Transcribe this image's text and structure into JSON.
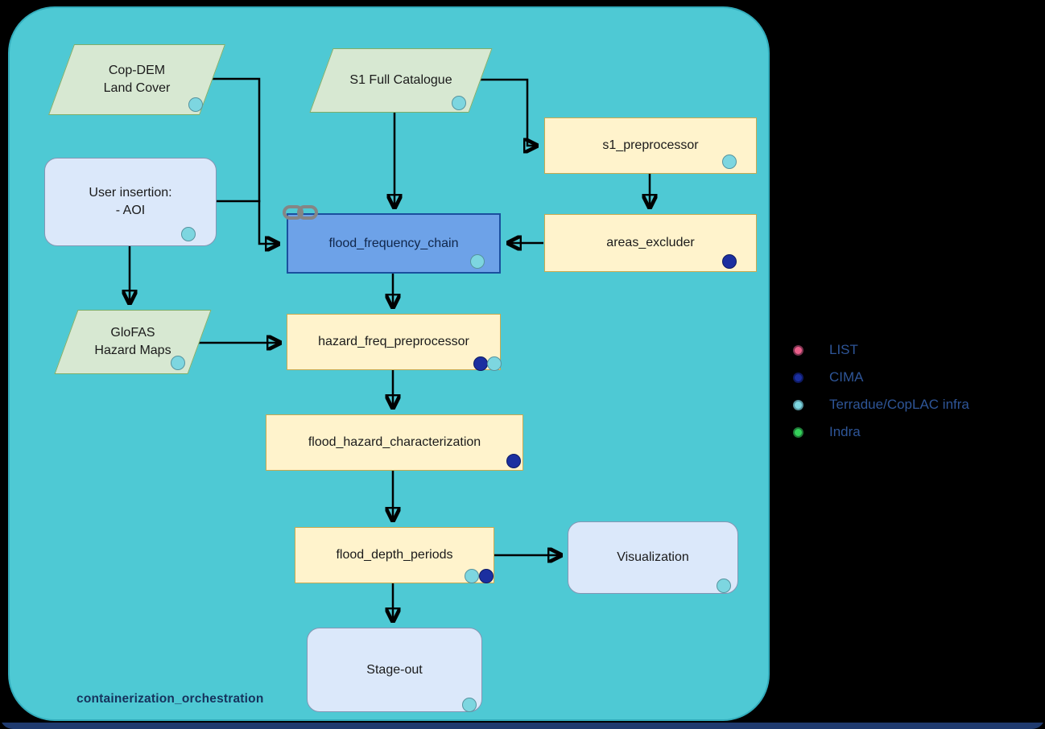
{
  "diagram": {
    "group_label": "containerization_orchestration",
    "nodes": {
      "cop_dem_land_cover": {
        "label": "Cop-DEM\nLand Cover",
        "shape": "parallelogram",
        "badges": [
          "terradue_coplac_infra"
        ]
      },
      "s1_full_catalogue": {
        "label": "S1 Full Catalogue",
        "shape": "parallelogram",
        "badges": [
          "terradue_coplac_infra"
        ]
      },
      "user_insertion": {
        "label": "User insertion:\n- AOI",
        "shape": "rounded",
        "badges": [
          "terradue_coplac_infra"
        ]
      },
      "s1_preprocessor": {
        "label": "s1_preprocessor",
        "shape": "process",
        "badges": [
          "terradue_coplac_infra"
        ]
      },
      "flood_frequency_chain": {
        "label": "flood_frequency_chain",
        "shape": "process-highlighted",
        "badges": [
          "terradue_coplac_infra"
        ],
        "has_link_icon": true
      },
      "areas_excluder": {
        "label": "areas_excluder",
        "shape": "process",
        "badges": [
          "cima"
        ]
      },
      "glofas_hazard_maps": {
        "label": "GloFAS\nHazard Maps",
        "shape": "parallelogram",
        "badges": [
          "terradue_coplac_infra"
        ]
      },
      "hazard_freq_preprocessor": {
        "label": "hazard_freq_preprocessor",
        "shape": "process",
        "badges": [
          "cima",
          "terradue_coplac_infra"
        ]
      },
      "flood_hazard_characterization": {
        "label": "flood_hazard_characterization",
        "shape": "process",
        "badges": [
          "cima"
        ]
      },
      "flood_depth_periods": {
        "label": "flood_depth_periods",
        "shape": "process",
        "badges": [
          "terradue_coplac_infra",
          "cima"
        ]
      },
      "visualization": {
        "label": "Visualization",
        "shape": "rounded",
        "badges": [
          "terradue_coplac_infra"
        ]
      },
      "stage_out": {
        "label": "Stage-out",
        "shape": "rounded",
        "badges": [
          "terradue_coplac_infra"
        ]
      }
    },
    "legend": {
      "items": [
        {
          "label": "LIST",
          "color": "#ea5f8a"
        },
        {
          "label": "CIMA",
          "color": "#1b2fa0"
        },
        {
          "label": "Terradue/CopLAC infra",
          "color": "#7dd6e0"
        },
        {
          "label": "Indra",
          "color": "#35d05a"
        }
      ]
    },
    "colors": {
      "background": "#000000",
      "group_fill": "#4ec9d4",
      "data_node_fill": "#d7e8d2",
      "process_node_fill": "#fff3cc",
      "io_node_fill": "#dbe8fa",
      "highlight_node_fill": "#6da2e8",
      "arrow": "#000000"
    }
  }
}
